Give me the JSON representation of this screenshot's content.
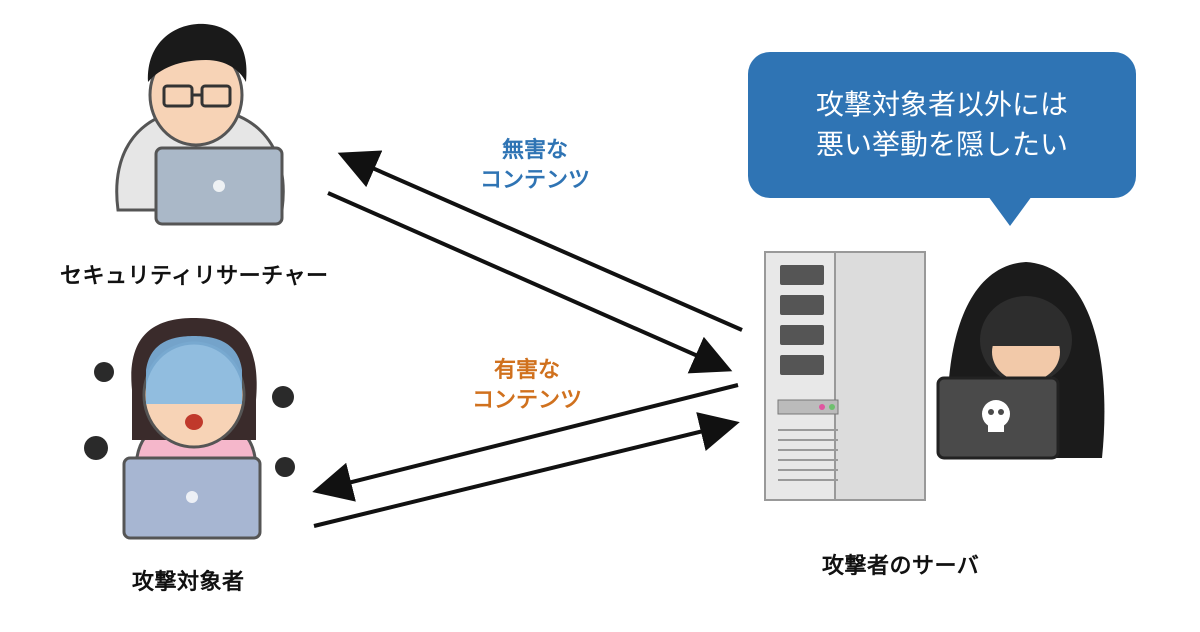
{
  "actors": {
    "researcher_label": "セキュリティリサーチャー",
    "target_label": "攻撃対象者",
    "server_label": "攻撃者のサーバ"
  },
  "flows": {
    "harmless_line1": "無害な",
    "harmless_line2": "コンテンツ",
    "harmful_line1": "有害な",
    "harmful_line2": "コンテンツ"
  },
  "bubble": {
    "line1": "攻撃対象者以外には",
    "line2": "悪い挙動を隠したい"
  },
  "colors": {
    "harmless": "#2f74b4",
    "harmful": "#d0711e",
    "bubble": "#2f74b4",
    "arrow": "#111111"
  }
}
